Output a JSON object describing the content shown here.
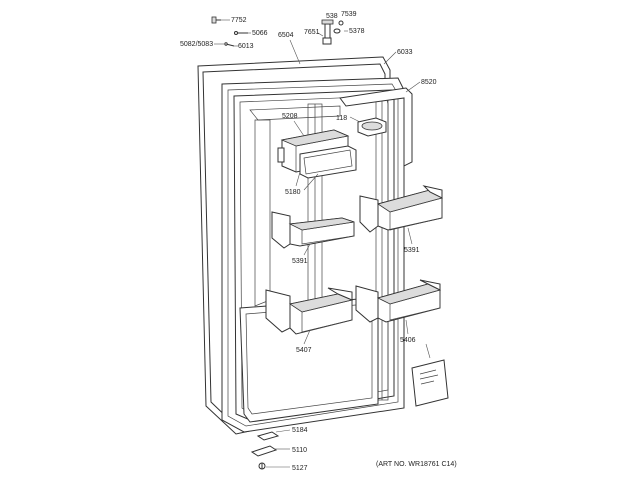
{
  "colors": {
    "line": "#333333",
    "background": "#ffffff",
    "shade": "#dcdcdc"
  },
  "labels": {
    "p7752": "7752",
    "p5066": "5066",
    "p5082": "5082/5083",
    "p6013": "6013",
    "p6504": "6504",
    "p7651": "7651",
    "p538": "538",
    "p7539": "7539",
    "p5378": "5378",
    "p6033": "6033",
    "p8520": "8520",
    "p5208": "5208",
    "p118": "118",
    "p5180": "5180",
    "p5391_left": "5391",
    "p5391_right": "5391",
    "p5407": "5407",
    "p5406": "5406",
    "p5184": "5184",
    "p5110": "5110",
    "p5127": "5127"
  },
  "art_number": "(ART NO. WR18761 C14)"
}
